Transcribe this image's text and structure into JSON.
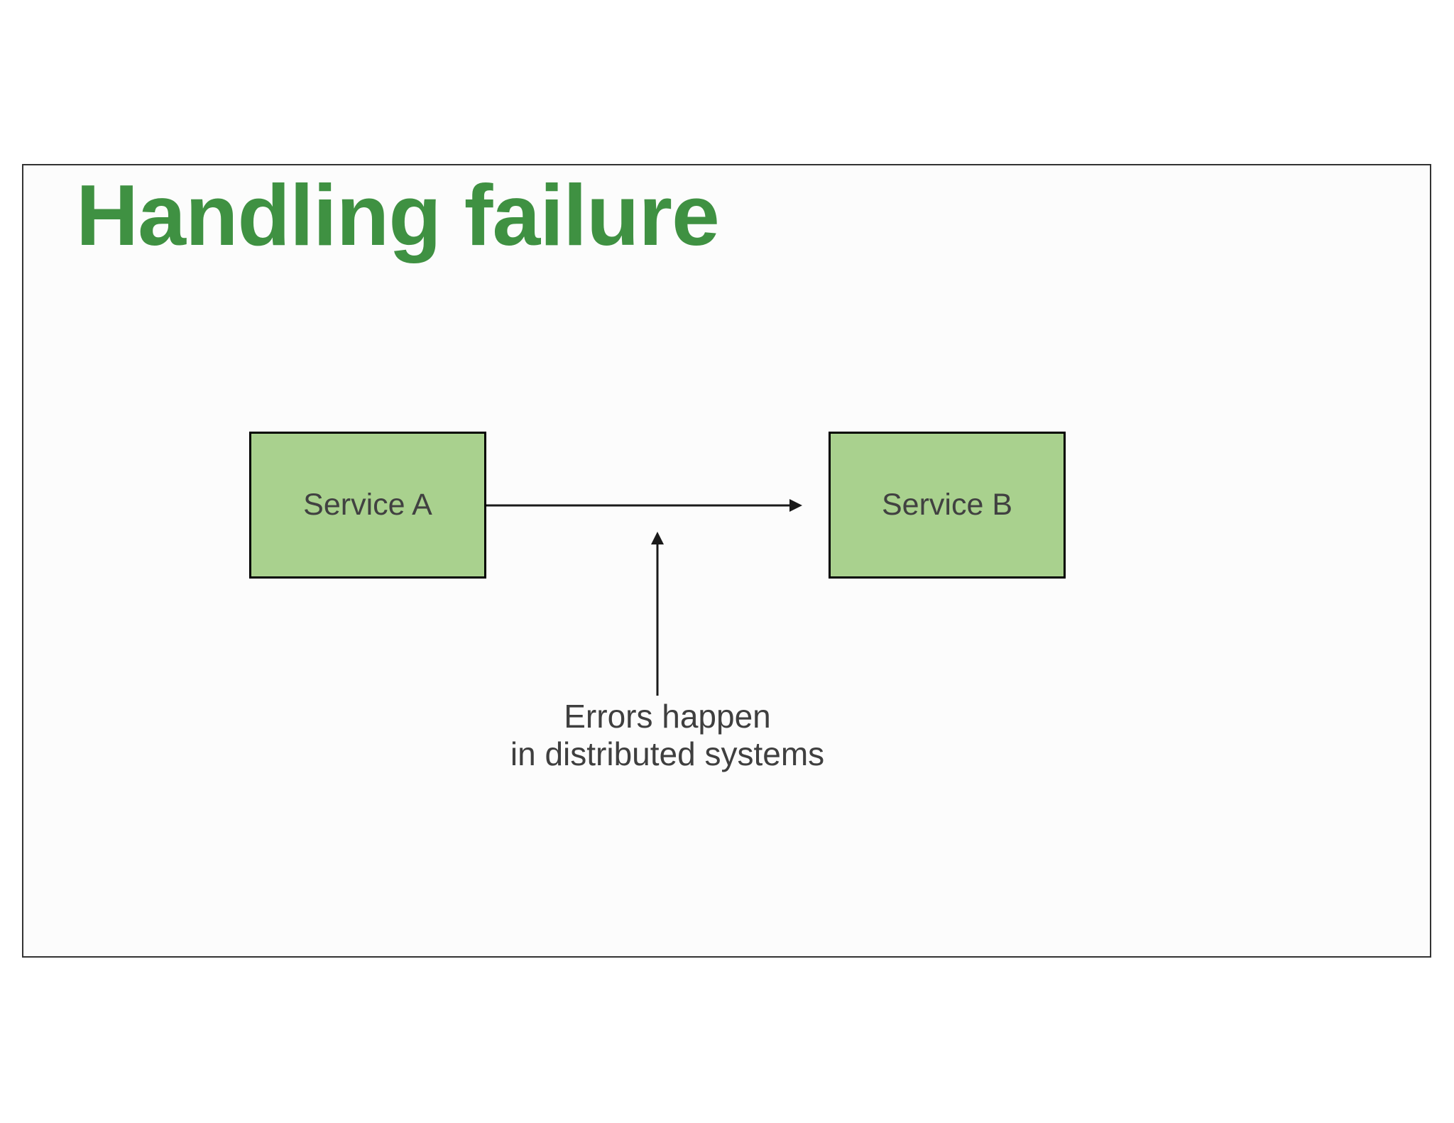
{
  "colors": {
    "page-bg": "#ffffff",
    "slide-bg": "#fcfcfc",
    "slide-border": "#333333",
    "title-green": "#3f9142",
    "box-fill": "#a9d18e",
    "box-border": "#000000",
    "label-text": "#414141",
    "caption-text": "#3f3f3f",
    "arrow": "#1a1a1a"
  },
  "slide": {
    "title": "Handling failure"
  },
  "diagram": {
    "nodes": [
      {
        "id": "service-a",
        "label": "Service A"
      },
      {
        "id": "service-b",
        "label": "Service B"
      }
    ],
    "edges": [
      {
        "from": "service-a",
        "to": "service-b",
        "direction": "right"
      }
    ],
    "caption": {
      "line1": "Errors happen",
      "line2": "in distributed systems",
      "points_to": "edge service-a to service-b"
    }
  }
}
